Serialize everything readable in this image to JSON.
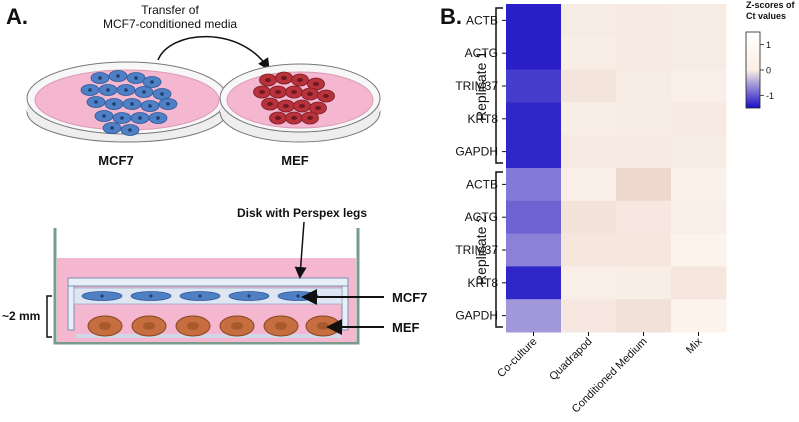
{
  "panel_a": {
    "label": "A.",
    "transfer_label_line1": "Transfer of",
    "transfer_label_line2": "MCF7-conditioned media",
    "dish_left_label": "MCF7",
    "dish_right_label": "MEF",
    "disk_label": "Disk with Perspex legs",
    "layer_top_label": "MCF7",
    "layer_bottom_label": "MEF",
    "gap_label": "~2 mm",
    "colors": {
      "media_pink": "#f4b7cf",
      "mcf7_blue": "#4f7fc4",
      "mef_red": "#b8323c",
      "mef_brown": "#c66e3f",
      "dish_rim": "#f7f7f7"
    }
  },
  "panel_b": {
    "label": "B.",
    "colorbar_title_line1": "Z-scores of",
    "colorbar_title_line2": "Ct values",
    "colorbar_ticks": [
      "1",
      "0",
      "-1"
    ],
    "replicate_labels": [
      "Replicate 1",
      "Replicate 2"
    ],
    "colors": {
      "low": "#1a0fc4",
      "mid": "#fbf3ec",
      "high": "#e9cfc3"
    }
  },
  "chart_data": {
    "type": "heatmap",
    "title": "",
    "xlabel": "",
    "ylabel": "",
    "x": [
      "Co-culture",
      "Quadrapod",
      "Conditioned Medium",
      "Mix"
    ],
    "y": [
      "ACTB",
      "ACTG",
      "TRIM37",
      "KRT8",
      "GAPDH",
      "ACTB",
      "ACTG",
      "TRIM37",
      "KRT8",
      "GAPDH"
    ],
    "row_groups": [
      {
        "name": "Replicate 1",
        "rows": [
          0,
          1,
          2,
          3,
          4
        ]
      },
      {
        "name": "Replicate 2",
        "rows": [
          5,
          6,
          7,
          8,
          9
        ]
      }
    ],
    "values": [
      [
        -1.4,
        0.2,
        0.25,
        0.2
      ],
      [
        -1.4,
        0.15,
        0.25,
        0.2
      ],
      [
        -1.2,
        0.4,
        0.2,
        0.1
      ],
      [
        -1.35,
        0.15,
        0.2,
        0.25
      ],
      [
        -1.35,
        0.25,
        0.25,
        0.2
      ],
      [
        -0.8,
        0.1,
        0.75,
        0.05
      ],
      [
        -0.95,
        0.45,
        0.3,
        0.1
      ],
      [
        -0.75,
        0.35,
        0.35,
        0.0
      ],
      [
        -1.35,
        0.1,
        0.15,
        0.35
      ],
      [
        -0.6,
        0.3,
        0.5,
        0.0
      ]
    ],
    "colorbar": {
      "min": -1.5,
      "max": 1.5,
      "ticks": [
        1,
        0,
        -1
      ]
    }
  }
}
